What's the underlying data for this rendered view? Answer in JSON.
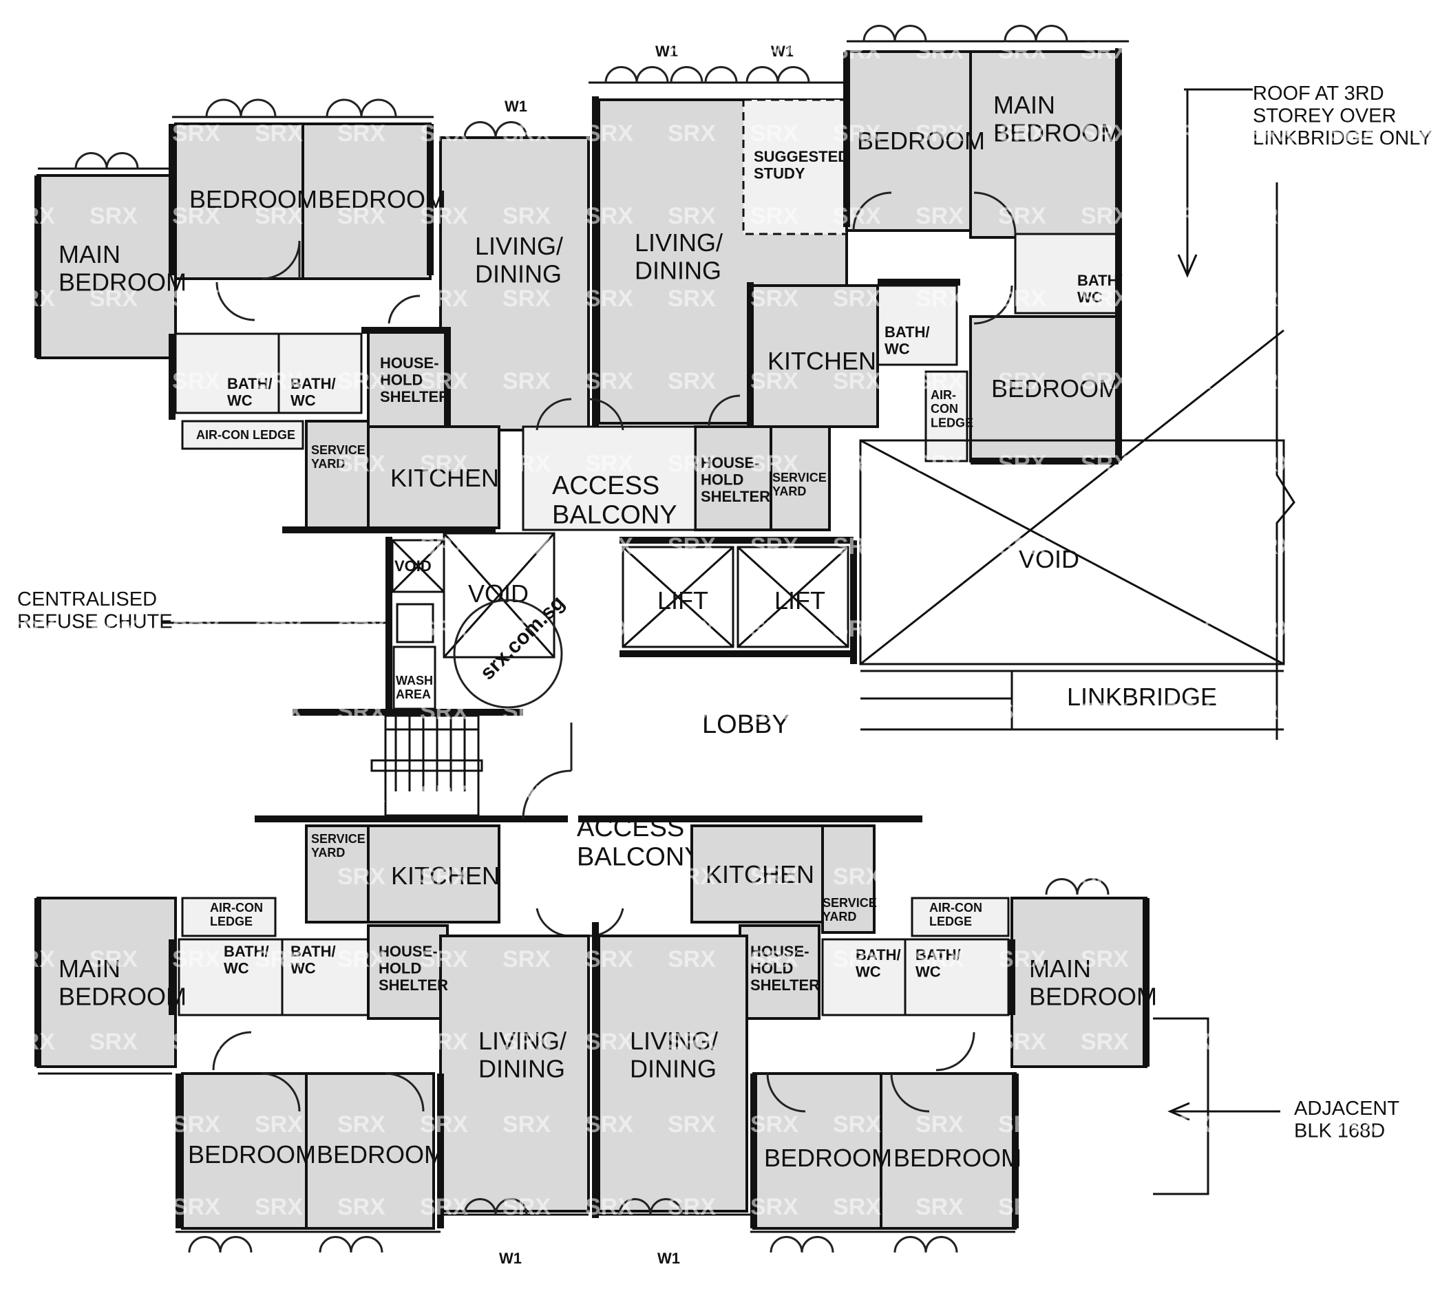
{
  "unit_a": {
    "main_bedroom": "MAIN\nBEDROOM",
    "bedroom_1": "BEDROOM",
    "bedroom_2": "BEDROOM",
    "living": "LIVING/\nDINING",
    "bath_1": "BATH/\nWC",
    "bath_2": "BATH/\nWC",
    "shelter": "HOUSE-\nHOLD\nSHELTER",
    "aircon": "AIR-CON LEDGE",
    "service_yard": "SERVICE\nYARD",
    "kitchen": "KITCHEN",
    "window": "W1"
  },
  "unit_b": {
    "living": "LIVING/\nDINING",
    "study": "SUGGESTED\nSTUDY",
    "bedroom": "BEDROOM",
    "main_bedroom": "MAIN\nBEDROOM",
    "bath_1": "BATH/\nWC",
    "bath_2": "BATH/\nWC",
    "kitchen": "KITCHEN",
    "bedroom_3": "BEDROOM",
    "aircon": "AIR-\nCON\nLEDGE",
    "shelter": "HOUSE-\nHOLD\nSHELTER",
    "service_yard": "SERVICE\nYARD",
    "window_1": "W1",
    "window_2": "W1"
  },
  "unit_c": {
    "service_yard": "SERVICE\nYARD",
    "kitchen": "KITCHEN",
    "aircon": "AIR-CON\nLEDGE",
    "main_bedroom": "MAIN\nBEDROOM",
    "bath_1": "BATH/\nWC",
    "bath_2": "BATH/\nWC",
    "shelter": "HOUSE-\nHOLD\nSHELTER",
    "living": "LIVING/\nDINING",
    "bedroom_1": "BEDROOM",
    "bedroom_2": "BEDROOM",
    "window": "W1"
  },
  "unit_d": {
    "kitchen": "KITCHEN",
    "service_yard": "SERVICE\nYARD",
    "aircon": "AIR-CON\nLEDGE",
    "shelter": "HOUSE-\nHOLD\nSHELTER",
    "bath_1": "BATH/\nWC",
    "bath_2": "BATH/\nWC",
    "main_bedroom": "MAIN\nBEDROOM",
    "living": "LIVING/\nDINING",
    "bedroom_1": "BEDROOM",
    "bedroom_2": "BEDROOM",
    "window": "W1"
  },
  "common": {
    "access_balcony_top": "ACCESS\nBALCONY",
    "access_balcony_bottom": "ACCESS\nBALCONY",
    "lift_1": "LIFT",
    "lift_2": "LIFT",
    "void_small": "VOID",
    "void_shaft": "VOID",
    "void_large": "VOID",
    "wash_area": "WASH\nAREA",
    "lobby": "LOBBY",
    "linkbridge": "LINKBRIDGE"
  },
  "annotations": {
    "refuse_chute": "CENTRALISED\nREFUSE  CHUTE",
    "roof_note": "ROOF  AT  3RD\nSTOREY  OVER\nLINKBRIDGE  ONLY",
    "adjacent": "ADJACENT\nBLK  168D"
  },
  "watermark": {
    "text": "SRX",
    "subtext": ".com.sg",
    "stamp": "srx.com.sg"
  },
  "colors": {
    "room_fill": "#d9d9d9",
    "wall": "#111111",
    "background": "#ffffff"
  }
}
